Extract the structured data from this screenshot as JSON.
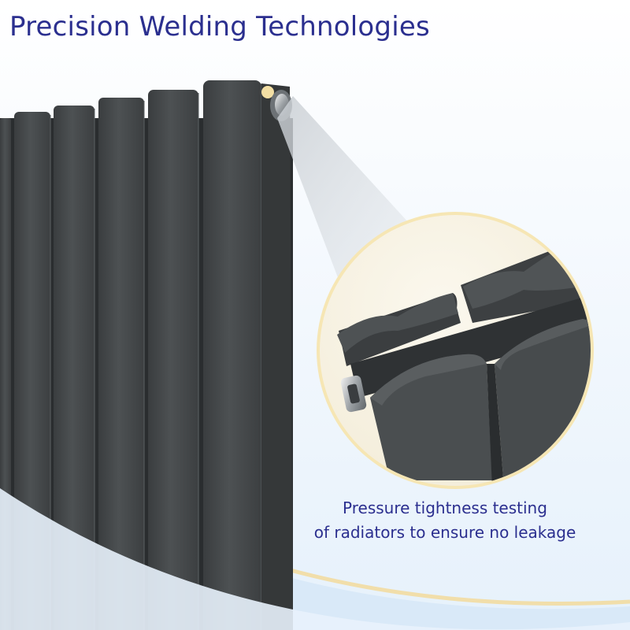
{
  "title": "Precision Welding Technologies",
  "caption": {
    "line1": "Pressure tightness testing",
    "line2": "of radiators to ensure no leakage"
  },
  "colors": {
    "title_text": "#2b2f8f",
    "radiator_body": "#474b4d",
    "radiator_shadow": "#2e3133",
    "accent_gold": "#f3dfa4",
    "background_blue": "#e6f1fb"
  },
  "icons": {
    "radiator": "radiator-panel-illustration",
    "valve": "bleed-valve-icon",
    "magnifier": "zoom-callout-circle"
  }
}
